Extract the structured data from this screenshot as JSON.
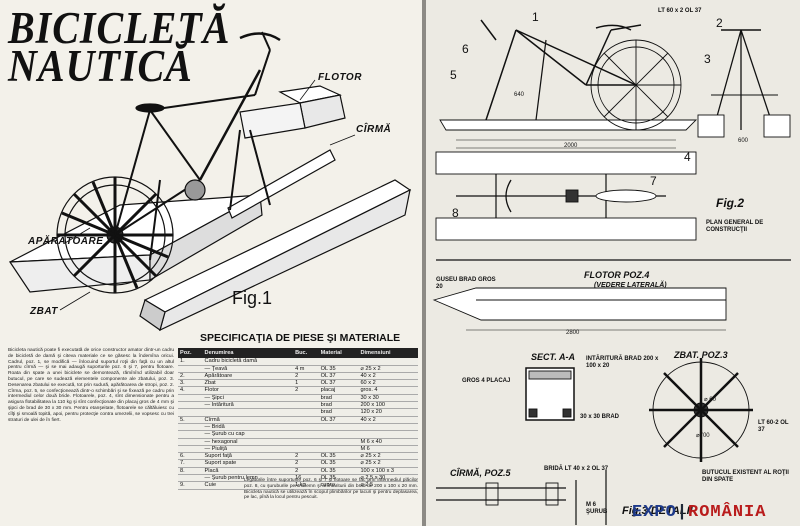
{
  "left_page": {
    "title_line1": "BICICLETĂ",
    "title_line2": "NAUTICĂ",
    "labels": {
      "flotor": "FLOTOR",
      "cirma": "CÎRMĂ",
      "aparatoare": "APĂRĂTOARE",
      "zbat": "ZBAT",
      "fig": "Fig.1"
    },
    "spec_title": "SPECIFICAŢIA DE PIESE ŞI MATERIALE",
    "spec_headers": [
      "Poz.",
      "Denumirea",
      "Buc.",
      "Material",
      "Dimensiuni"
    ],
    "spec_rows": [
      [
        "1.",
        "Cadru bicicletă damă",
        "",
        "",
        ""
      ],
      [
        "",
        "— Ţeavă",
        "4 m",
        "OL 35",
        "⌀ 25 x 2"
      ],
      [
        "2.",
        "Apărătoare",
        "2",
        "OL 37",
        "40 x 2"
      ],
      [
        "3.",
        "Zbat",
        "1",
        "OL 37",
        "60 x 2"
      ],
      [
        "4.",
        "Flotor",
        "2",
        "placaj",
        "gros. 4"
      ],
      [
        "",
        "— Şipci",
        "",
        "brad",
        "30 x 30"
      ],
      [
        "",
        "— Intăritură",
        "",
        "brad",
        "200 x 100"
      ],
      [
        "",
        "",
        "",
        "brad",
        "120 x 20"
      ],
      [
        "5.",
        "Cîrmă",
        "",
        "OL 37",
        "40 x 2"
      ],
      [
        "",
        "— Bridă",
        "",
        "",
        ""
      ],
      [
        "",
        "— Şurub cu cap",
        "",
        "",
        ""
      ],
      [
        "",
        "— hexagonal",
        "",
        "",
        "M 6 x 40"
      ],
      [
        "",
        "— Piuliţă",
        "",
        "",
        "M 6"
      ],
      [
        "6.",
        "Suport faţă",
        "2",
        "OL 35",
        "⌀ 25 x 2"
      ],
      [
        "7.",
        "Suport spate",
        "2",
        "OL 35",
        "⌀ 25 x 2"
      ],
      [
        "8.",
        "Placă",
        "2",
        "OL 35",
        "100 x 100 x 3"
      ],
      [
        "",
        "— Şurub pentru lemn",
        "16",
        "OL 35",
        "⌀ 2,5 x 30"
      ],
      [
        "9.",
        "Cuie",
        "1 kg",
        "cupru",
        "⌀ 2,5"
      ]
    ],
    "text_col1": "Bicicleta nautică poate fi executată de orice constructor amator dintr-un cadru de bicicletă de damă şi citeva materiale ce se găsesc la îndemîna oricui. Cadrul, poz. 1, se modifică — înlocuind suportul roţii din faţă cu un altul pentru cîrmă — şi se mai adaugă suporturile poz. 6 şi 7, pentru flotoare. Roata din spate a unei biciclete se demontează, rămînînd utilizabil doar butucul, pe care se sudează elementele componente ale zbatului, poz. 3. Desenarea zbatului se execută, tot prin sudură, apărătoarea de stropi, poz. 2. Cîrma, poz. 5, se confecţionează dintr-o schimbări şi se fixează pe cadru prin intermediul celor două bride. Flotoarele, poz. 4, sînt dimensionate pentru a asigura flotabilitatea la 110 kg şi sînt confecţionate din placaj gros de 4 mm şi şipci de brad de 30 x 30 mm. Pentru etanşeitate, flotoarele se căltăluiesc cu cîlţi şi smoală topită, apoi, pentru protecţie contra umezelii, se vopsesc cu trei straturi de ulei de în fiert.",
    "text_col3": "Legăturile între suporturile poz. 6 şi 7 şi flotoare se fac prin intermediul plăcilor poz. 8, cu şuruburile pentru lemn şi al întăriturii din brad de 200 x 100 x 20 mm. Bicicleta nautică se utilizează în scopul plimbărilor pe lacuri şi pentru deplasarea, pe lac, pînă la locul pentru pescuit."
  },
  "right_page": {
    "fig2": "Fig.2",
    "plan_label": "PLAN GENERAL DE CONSTRUCŢII",
    "lt_label": "LT 60 x 2 OL 37",
    "dims": [
      "2000",
      "2800",
      "640",
      "600"
    ],
    "part_numbers": [
      "1",
      "2",
      "3",
      "4",
      "5",
      "6",
      "7",
      "8"
    ],
    "flotor_title": "FLOTOR POZ.4",
    "flotor_subtitle": "(VEDERE LATERALĂ)",
    "guseu": "GUSEU BRAD GROS 20",
    "sect": "SECT. A-A",
    "intaritura": "INTĂRITURĂ BRAD 200 x 100 x 20",
    "gros_placaj": "GROS 4 PLACAJ",
    "brad": "30 x 30 BRAD",
    "zbat": "ZBAT. POZ.3",
    "zbat_dims": [
      "⌀700",
      "⌀ 60",
      "LT 60-2 OL 37"
    ],
    "cirma": "CÎRMĂ, POZ.5",
    "brida": "BRIDĂ LT 40 x 2 OL 37",
    "surub": "M 6 ŞURUB",
    "fig3": "Fig.3 DETALII",
    "butuc": "BUTUCUL EXISTENT AL ROŢII DIN SPATE"
  },
  "watermark": {
    "part1": "EXPO",
    "part2": "|",
    "part3": "ROMÂNIA"
  }
}
